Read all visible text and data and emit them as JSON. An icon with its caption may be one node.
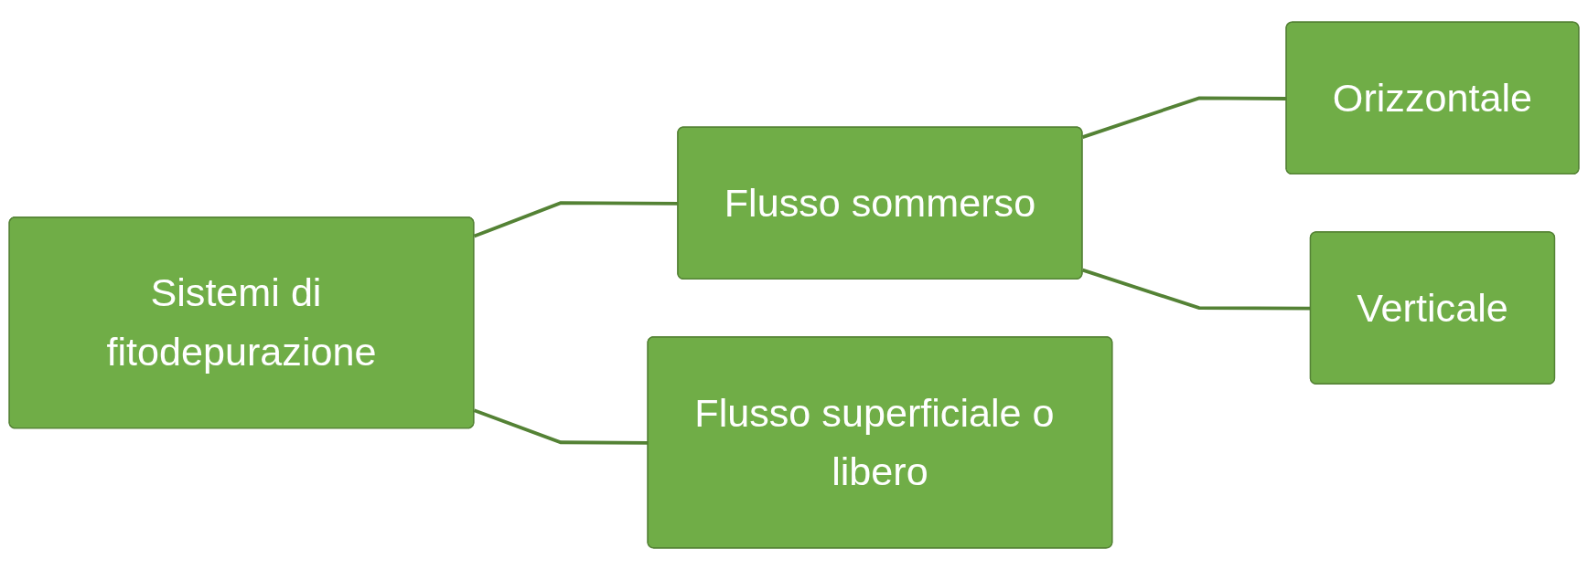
{
  "diagram": {
    "nodes": [
      {
        "text": [
          "Sistemi di fitodepurazione"
        ]
      },
      {
        "text": [
          "Flusso sommerso"
        ]
      },
      {
        "text": [
          "Orizzontale"
        ]
      },
      {
        "text": [
          "Verticale"
        ]
      },
      {
        "text": [
          "Flusso superficiale o libero"
        ]
      }
    ],
    "edges": [
      {
        "from": 0,
        "to": 1,
        "arrow": "none"
      },
      {
        "from": 0,
        "to": 4,
        "arrow": "none"
      },
      {
        "from": 1,
        "to": 2,
        "arrow": "none"
      },
      {
        "from": 1,
        "to": 3,
        "arrow": "none"
      }
    ]
  }
}
